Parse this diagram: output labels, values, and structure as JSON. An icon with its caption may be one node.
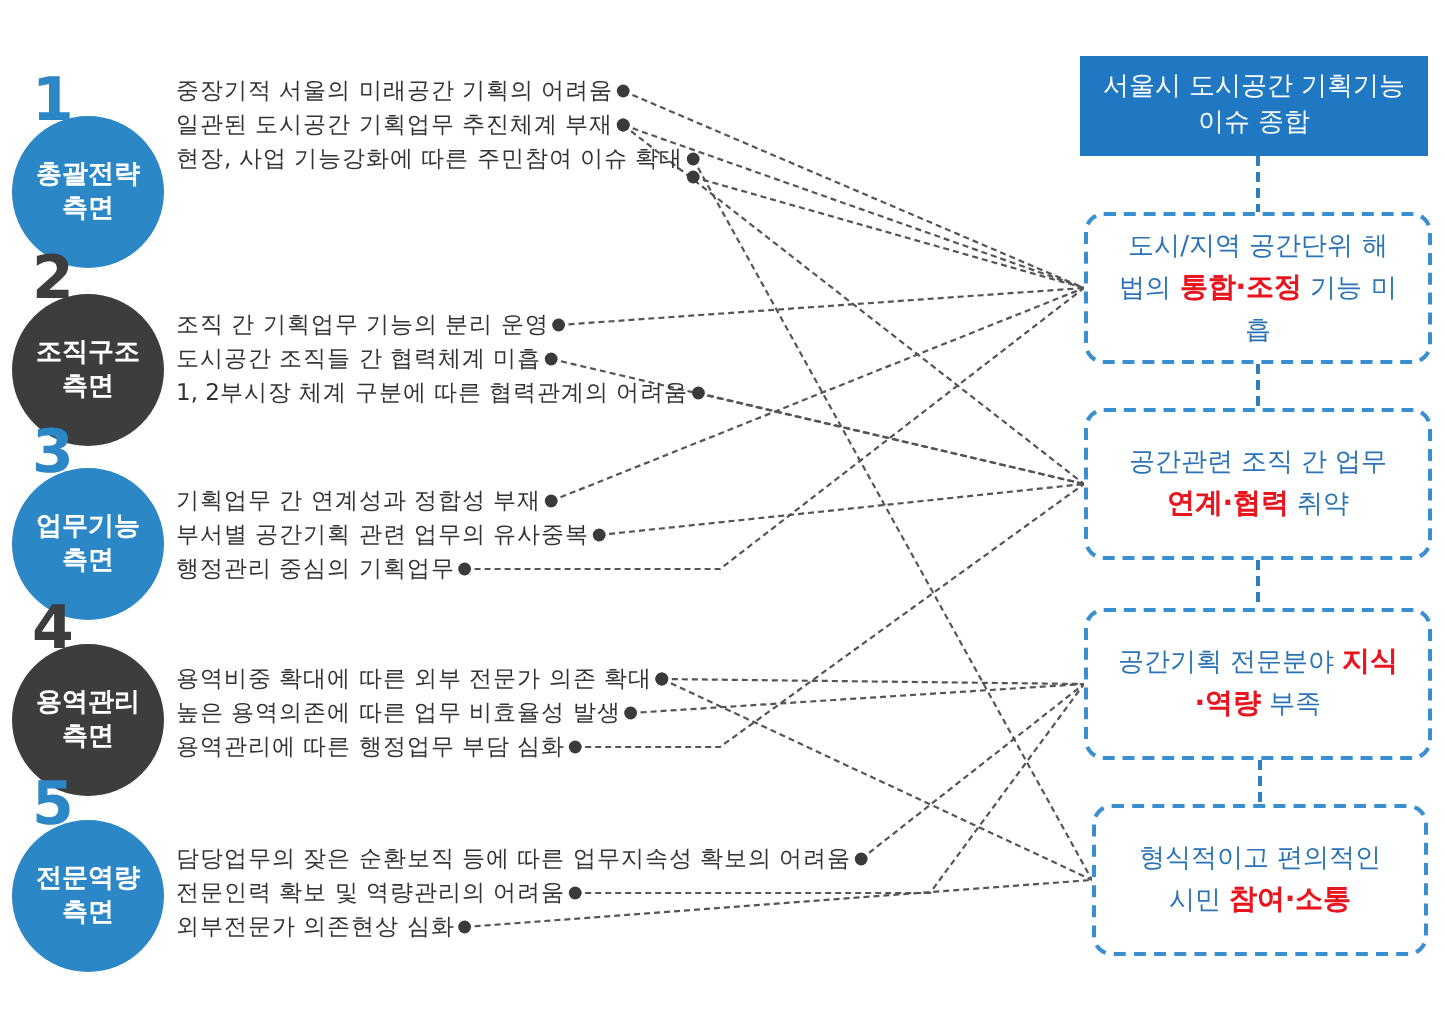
{
  "diagram": {
    "nodes": [
      {
        "text": [
          "1",
          "총괄전략 측면"
        ]
      },
      {
        "text": [
          "중장기적 서울의 미래공간 기획의 어려움"
        ]
      },
      {
        "text": [
          "일관된 도시공간 기획업무 추진체계 부재"
        ]
      },
      {
        "text": [
          "현장, 사업 기능강화에 따른 주민참여 이슈 확대"
        ]
      },
      {
        "text": [
          "2",
          "조직구조 측면"
        ]
      },
      {
        "text": [
          "조직 간 기획업무 기능의 분리 운영"
        ]
      },
      {
        "text": [
          "도시공간 조직들 간 협력체계 미흡"
        ]
      },
      {
        "text": [
          "1, 2부시장 체계 구분에 따른 협력관계의 어려움"
        ]
      },
      {
        "text": [
          "3",
          "업무기능 측면"
        ]
      },
      {
        "text": [
          "기획업무 간 연계성과 정합성 부재"
        ]
      },
      {
        "text": [
          "부서별 공간기획 관련 업무의 유사중복"
        ]
      },
      {
        "text": [
          "행정관리 중심의 기획업무"
        ]
      },
      {
        "text": [
          "4",
          "용역관리 측면"
        ]
      },
      {
        "text": [
          "용역비중 확대에 따른 외부 전문가 의존 확대"
        ]
      },
      {
        "text": [
          "높은 용역의존에 따른 업무 비효율성 발생"
        ]
      },
      {
        "text": [
          "용역관리에 따른 행정업무 부담 심화"
        ]
      },
      {
        "text": [
          "5",
          "전문역량 측면"
        ]
      },
      {
        "text": [
          "담당업무의 잦은 순환보직 등에 따른 업무지속성 확보의 어려움"
        ]
      },
      {
        "text": [
          "전문인력 확보 및 역량관리의 어려움"
        ]
      },
      {
        "text": [
          "외부전문가 의존현상 심화"
        ]
      },
      {
        "text": [
          "서울시 도시공간 기획기능 이슈 종합"
        ]
      },
      {
        "text": [
          "도시/지역 공간단위 해법의 **통합·조정** 기능 미흡"
        ]
      },
      {
        "text": [
          "공간관련 조직 간 업무 **연계·협력** 취약"
        ]
      },
      {
        "text": [
          "공간기획 전문분야 **지식·역량** 부족"
        ]
      },
      {
        "text": [
          "형식적이고 편의적인 시민 **참여·소통**"
        ]
      }
    ],
    "edges": [
      {
        "from": 1,
        "to": 21,
        "arrow": "other",
        "style": "dashed"
      },
      {
        "from": 2,
        "to": 21,
        "arrow": "other",
        "style": "dashed"
      },
      {
        "from": 2,
        "to": 22,
        "arrow": "other",
        "style": "dashed"
      },
      {
        "from": 3,
        "to": 24,
        "arrow": "other",
        "style": "dashed"
      },
      {
        "from": 3,
        "to": 21,
        "arrow": "other",
        "style": "dashed"
      },
      {
        "from": 5,
        "to": 21,
        "arrow": "other",
        "style": "dashed"
      },
      {
        "from": 6,
        "to": 22,
        "arrow": "other",
        "style": "dashed"
      },
      {
        "from": 7,
        "to": 22,
        "arrow": "other",
        "style": "dashed"
      },
      {
        "from": 9,
        "to": 21,
        "arrow": "other",
        "style": "dashed"
      },
      {
        "from": 10,
        "to": 22,
        "arrow": "other",
        "style": "dashed"
      },
      {
        "from": 11,
        "to": 21,
        "arrow": "other",
        "style": "dashed"
      },
      {
        "from": 13,
        "to": 23,
        "arrow": "other",
        "style": "dashed"
      },
      {
        "from": 13,
        "to": 24,
        "arrow": "other",
        "style": "dashed"
      },
      {
        "from": 14,
        "to": 23,
        "arrow": "other",
        "style": "dashed"
      },
      {
        "from": 15,
        "to": 22,
        "arrow": "other",
        "style": "dashed"
      },
      {
        "from": 17,
        "to": 23,
        "arrow": "other",
        "style": "dashed"
      },
      {
        "from": 18,
        "to": 23,
        "arrow": "other",
        "style": "dashed"
      },
      {
        "from": 19,
        "to": 24,
        "arrow": "other",
        "style": "dashed"
      },
      {
        "from": 20,
        "to": 21,
        "arrow": "none",
        "style": "dashed",
        "color": "#2e7fbf"
      },
      {
        "from": 21,
        "to": 22,
        "arrow": "none",
        "style": "dashed",
        "color": "#2e7fbf"
      },
      {
        "from": 22,
        "to": 23,
        "arrow": "none",
        "style": "dashed",
        "color": "#2e7fbf"
      },
      {
        "from": 23,
        "to": 24,
        "arrow": "none",
        "style": "dashed",
        "color": "#2e7fbf"
      }
    ]
  }
}
